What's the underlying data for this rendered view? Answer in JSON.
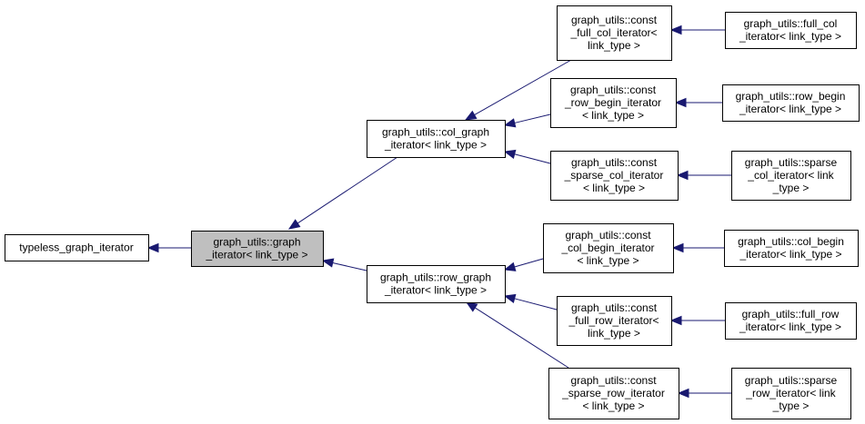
{
  "diagram": {
    "colors": {
      "edge": "#191970",
      "node_border": "#000000",
      "node_fill": "#ffffff",
      "current_fill": "#bfbfbf"
    },
    "nodes": {
      "typeless": [
        "typeless_graph_iterator"
      ],
      "graph_iterator": [
        "graph_utils::graph",
        "_iterator< link_type >"
      ],
      "col_graph_iterator": [
        "graph_utils::col_graph",
        "_iterator< link_type >"
      ],
      "row_graph_iterator": [
        "graph_utils::row_graph",
        "_iterator< link_type >"
      ],
      "const_full_col": [
        "graph_utils::const",
        "_full_col_iterator<",
        "link_type >"
      ],
      "const_row_begin": [
        "graph_utils::const",
        "_row_begin_iterator",
        "< link_type >"
      ],
      "const_sparse_col": [
        "graph_utils::const",
        "_sparse_col_iterator",
        "< link_type >"
      ],
      "const_col_begin": [
        "graph_utils::const",
        "_col_begin_iterator",
        "< link_type >"
      ],
      "const_full_row": [
        "graph_utils::const",
        "_full_row_iterator<",
        "link_type >"
      ],
      "const_sparse_row": [
        "graph_utils::const",
        "_sparse_row_iterator",
        "< link_type >"
      ],
      "full_col": [
        "graph_utils::full_col",
        "_iterator< link_type >"
      ],
      "row_begin": [
        "graph_utils::row_begin",
        "_iterator< link_type >"
      ],
      "sparse_col": [
        "graph_utils::sparse",
        "_col_iterator< link",
        "_type >"
      ],
      "col_begin": [
        "graph_utils::col_begin",
        "_iterator< link_type >"
      ],
      "full_row": [
        "graph_utils::full_row",
        "_iterator< link_type >"
      ],
      "sparse_row": [
        "graph_utils::sparse",
        "_row_iterator< link",
        "_type >"
      ]
    },
    "edges": [
      {
        "from": "graph_iterator",
        "to": "typeless"
      },
      {
        "from": "col_graph_iterator",
        "to": "graph_iterator"
      },
      {
        "from": "row_graph_iterator",
        "to": "graph_iterator"
      },
      {
        "from": "const_full_col",
        "to": "col_graph_iterator"
      },
      {
        "from": "const_row_begin",
        "to": "col_graph_iterator"
      },
      {
        "from": "const_sparse_col",
        "to": "col_graph_iterator"
      },
      {
        "from": "const_col_begin",
        "to": "row_graph_iterator"
      },
      {
        "from": "const_full_row",
        "to": "row_graph_iterator"
      },
      {
        "from": "const_sparse_row",
        "to": "row_graph_iterator"
      },
      {
        "from": "full_col",
        "to": "const_full_col"
      },
      {
        "from": "row_begin",
        "to": "const_row_begin"
      },
      {
        "from": "sparse_col",
        "to": "const_sparse_col"
      },
      {
        "from": "col_begin",
        "to": "const_col_begin"
      },
      {
        "from": "full_row",
        "to": "const_full_row"
      },
      {
        "from": "sparse_row",
        "to": "const_sparse_row"
      }
    ]
  }
}
